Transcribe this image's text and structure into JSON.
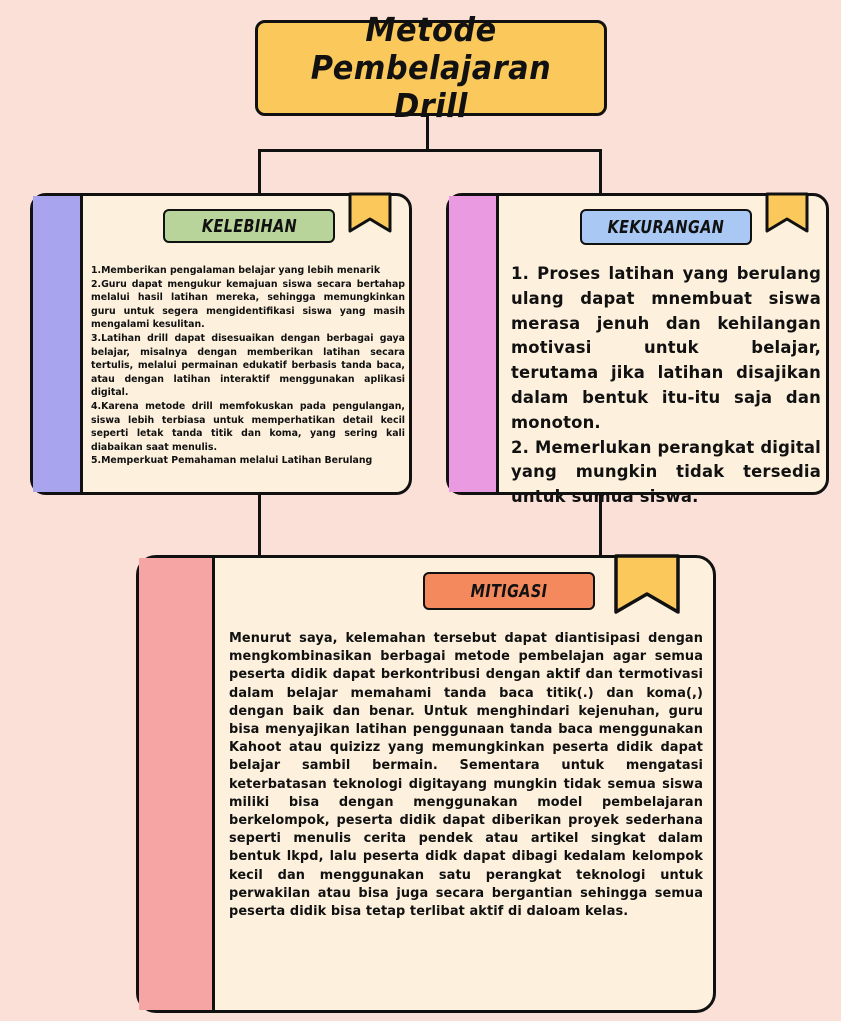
{
  "title": {
    "line1": "Metode Pembelajaran",
    "line2": "Drill"
  },
  "kelebihan": {
    "heading": "KELEBIHAN",
    "items": [
      "1.Memberikan pengalaman belajar yang lebih menarik",
      "2.Guru dapat mengukur kemajuan siswa secara bertahap melalui hasil latihan mereka, sehingga memungkinkan guru untuk segera mengidentifikasi siswa yang masih mengalami kesulitan.",
      "3.Latihan drill dapat disesuaikan dengan berbagai gaya belajar, misalnya dengan memberikan latihan secara tertulis, melalui permainan edukatif berbasis tanda baca, atau dengan latihan interaktif menggunakan aplikasi digital.",
      "4.Karena metode drill memfokuskan pada pengulangan, siswa lebih terbiasa untuk memperhatikan detail kecil seperti letak tanda titik dan koma, yang sering kali diabaikan saat menulis.",
      "5.Memperkuat Pemahaman melalui Latihan Berulang"
    ]
  },
  "kekurangan": {
    "heading": "KEKURANGAN",
    "items": [
      "1. Proses latihan yang berulang ulang dapat mnembuat siswa merasa jenuh dan kehilangan motivasi untuk belajar, terutama jika latihan disajikan dalam bentuk itu-itu saja dan monoton.",
      "2. Memerlukan perangkat digital yang mungkin tidak tersedia untuk sumua siswa."
    ]
  },
  "mitigasi": {
    "heading": "MITIGASI",
    "paragraph": "Menurut saya, kelemahan tersebut dapat diantisipasi dengan mengkombinasikan berbagai metode pembelajan agar semua peserta didik dapat berkontribusi dengan aktif dan termotivasi dalam belajar memahami tanda baca titik(.) dan koma(,) dengan baik dan benar. Untuk menghindari kejenuhan, guru bisa menyajikan latihan penggunaan tanda baca menggunakan Kahoot atau quizizz yang memungkinkan peserta didik dapat belajar sambil bermain. Sementara untuk mengatasi keterbatasan teknologi digitayang mungkin tidak semua siswa miliki bisa dengan menggunakan model pembelajaran berkelompok, peserta didik dapat diberikan proyek sederhana seperti menulis cerita pendek atau artikel singkat dalam bentuk lkpd, lalu peserta didk dapat dibagi kedalam kelompok kecil dan menggunakan satu perangkat teknologi untuk perwakilan atau bisa juga secara bergantian sehingga semua peserta didik bisa tetap terlibat aktif di daloam kelas."
  },
  "colors": {
    "background": "#fbe0d8",
    "title_fill": "#fbc95b",
    "card_fill": "#fdf1de",
    "kelebihan_stripe": "#a9a4ee",
    "kelebihan_pill": "#b8d49a",
    "kekurangan_stripe": "#ea9ae0",
    "kekurangan_pill": "#a9c8f3",
    "mitigasi_stripe": "#f7a4a4",
    "mitigasi_pill": "#f3895c",
    "ribbon": "#fbc95b",
    "outline": "#111111"
  },
  "icons": {
    "bookmark": "bookmark-ribbon-icon"
  }
}
